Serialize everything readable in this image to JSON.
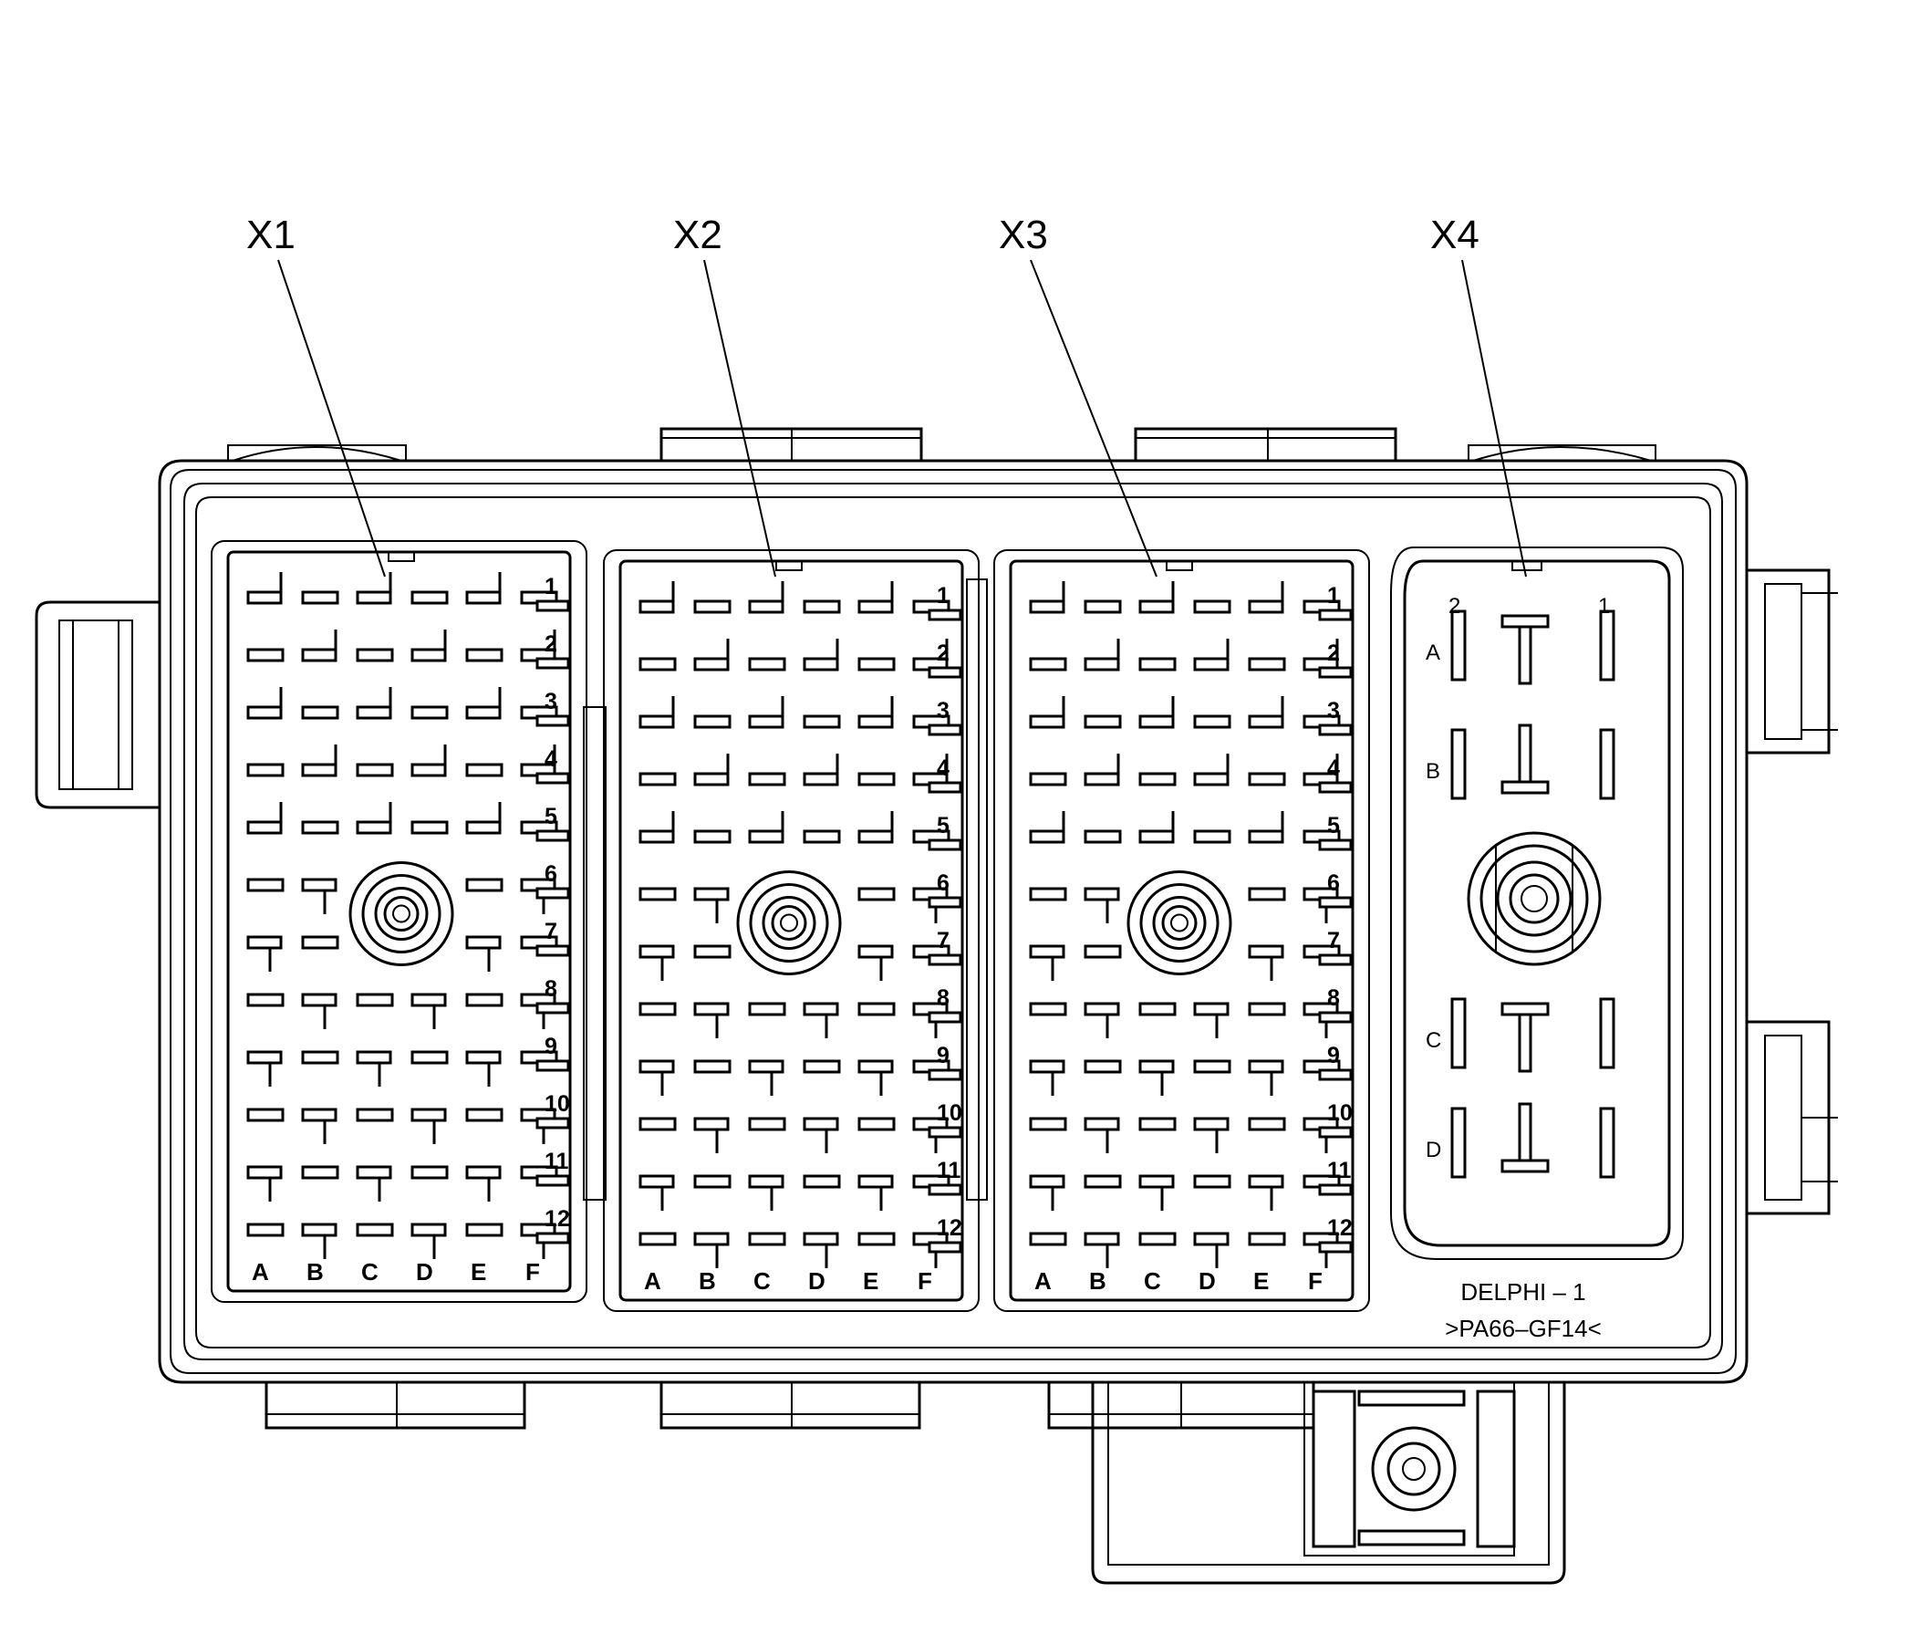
{
  "connectors": [
    {
      "id": "x1",
      "label": "X1"
    },
    {
      "id": "x2",
      "label": "X2"
    },
    {
      "id": "x3",
      "label": "X3"
    },
    {
      "id": "x4",
      "label": "X4"
    }
  ],
  "row_labels": [
    "1",
    "2",
    "3",
    "4",
    "5",
    "6",
    "7",
    "8",
    "9",
    "10",
    "11",
    "12"
  ],
  "column_labels": [
    "A",
    "B",
    "C",
    "D",
    "E",
    "F"
  ],
  "x4_row_labels": [
    "A",
    "B",
    "C",
    "D"
  ],
  "x4_column_labels": [
    "2",
    "1"
  ],
  "marking_line1": "DELPHI – 1",
  "marking_line2": ">PA66–GF14<",
  "colors": {
    "line": "#000000",
    "background": "#ffffff"
  }
}
